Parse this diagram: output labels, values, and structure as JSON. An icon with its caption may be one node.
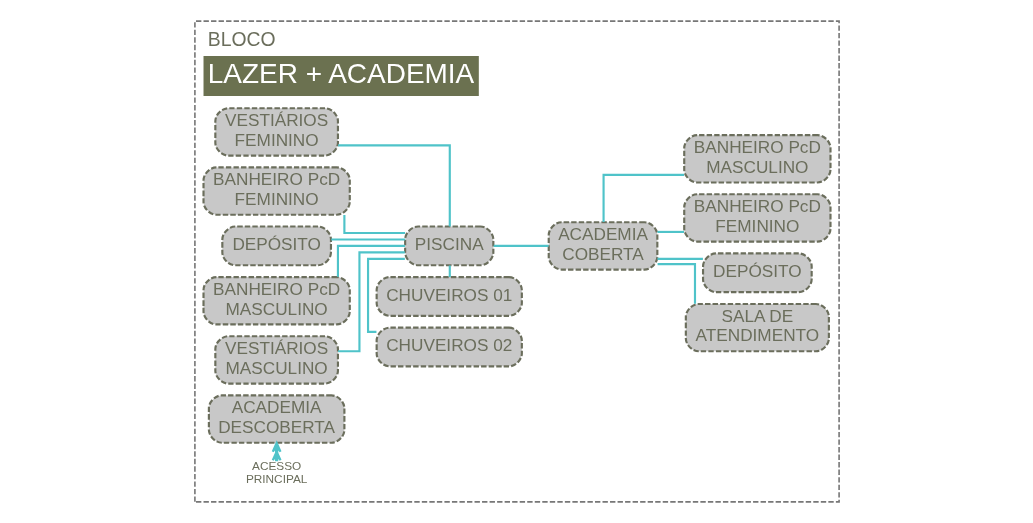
{
  "diagram": {
    "nodes": [
      {
        "text": [
          "BLOCO",
          "LAZER + ACADEMIA"
        ]
      },
      {
        "text": [
          "VESTIÁRIOS FEMININO"
        ],
        "in": 0
      },
      {
        "text": [
          "BANHEIRO PcD FEMININO"
        ],
        "in": 0
      },
      {
        "text": [
          "DEPÓSITO"
        ],
        "in": 0
      },
      {
        "text": [
          "BANHEIRO PcD MASCULINO"
        ],
        "in": 0
      },
      {
        "text": [
          "VESTIÁRIOS MASCULINO"
        ],
        "in": 0
      },
      {
        "text": [
          "CHUVEIROS 01"
        ],
        "in": 0
      },
      {
        "text": [
          "CHUVEIROS 02"
        ],
        "in": 0
      },
      {
        "text": [
          "PISCINA"
        ],
        "in": 0
      },
      {
        "text": [
          "ACADEMIA DESCOBERTA"
        ],
        "in": 0
      },
      {
        "text": [
          "ACADEMIA COBERTA"
        ],
        "in": 0
      },
      {
        "text": [
          "ACESSO PRINCIPAL"
        ],
        "in": 0
      },
      {
        "text": [
          "SALA DE ATENDIMENTO"
        ],
        "in": 0
      },
      {
        "text": [
          "DEPÓSITO"
        ],
        "in": 0
      },
      {
        "text": [
          "BANHEIRO PcD FEMININO"
        ],
        "in": 0
      },
      {
        "text": [
          "BANHEIRO PcD MASCULINO"
        ],
        "in": 0
      }
    ],
    "edges": [
      {
        "from": 1,
        "to": 8,
        "arrow": "none"
      },
      {
        "from": 2,
        "to": 8,
        "arrow": "none"
      },
      {
        "from": 3,
        "to": 8,
        "arrow": "none"
      },
      {
        "from": 4,
        "to": 8,
        "arrow": "none"
      },
      {
        "from": 5,
        "to": 8,
        "arrow": "none"
      },
      {
        "from": 6,
        "to": 8,
        "arrow": "none"
      },
      {
        "from": 7,
        "to": 8,
        "arrow": "none"
      },
      {
        "from": 8,
        "to": 10,
        "arrow": "none"
      },
      {
        "from": 11,
        "to": 9,
        "arrow": "to"
      },
      {
        "from": 10,
        "to": 12,
        "arrow": "none"
      },
      {
        "from": 10,
        "to": 13,
        "arrow": "none"
      },
      {
        "from": 10,
        "to": 14,
        "arrow": "none"
      },
      {
        "from": 10,
        "to": 15,
        "arrow": "none"
      }
    ]
  }
}
